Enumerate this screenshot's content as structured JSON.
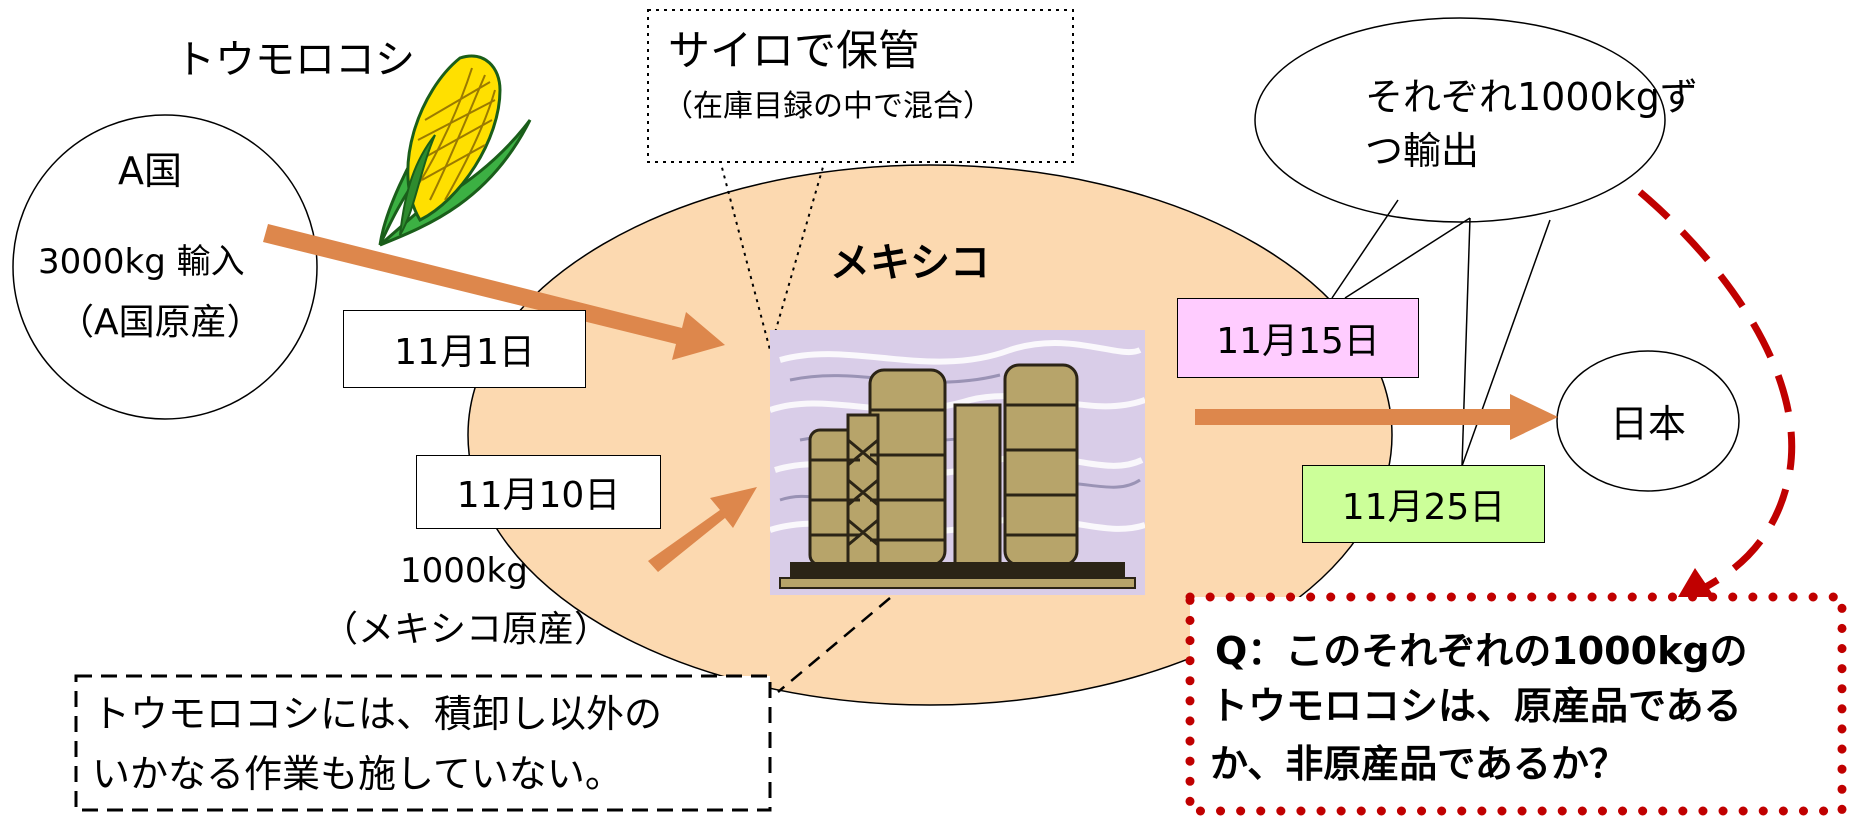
{
  "corn_label": "トウモロコシ",
  "country_a": {
    "name": "A国",
    "import": "3000kg 輸入",
    "origin": "（A国原産）"
  },
  "silo_note": {
    "title": "サイロで保管",
    "sub": "（在庫目録の中で混合）"
  },
  "mexico_label": "メキシコ",
  "dates": {
    "d1": "11月1日",
    "d2": "11月10日",
    "d3": "11月15日",
    "d4": "11月25日"
  },
  "mexico_input": {
    "amount": "1000kg",
    "origin": "（メキシコ原産）"
  },
  "export_note": {
    "line1": "それぞれ1000kgず",
    "line2": "つ輸出"
  },
  "japan_label": "日本",
  "handling_note": {
    "line1": "トウモロコシには、積卸し以外の",
    "line2": "いかなる作業も施していない。"
  },
  "question": {
    "line1": "Q：このそれぞれの1000kgの",
    "line2": "トウモロコシは、原産品である",
    "line3": "か、非原産品であるか？"
  },
  "colors": {
    "mexico_fill": "#fcd9b0",
    "arrow": "#dd874c",
    "date_pink": "#ffccff",
    "date_green": "#ccff99",
    "dashed_red": "#c00000"
  }
}
